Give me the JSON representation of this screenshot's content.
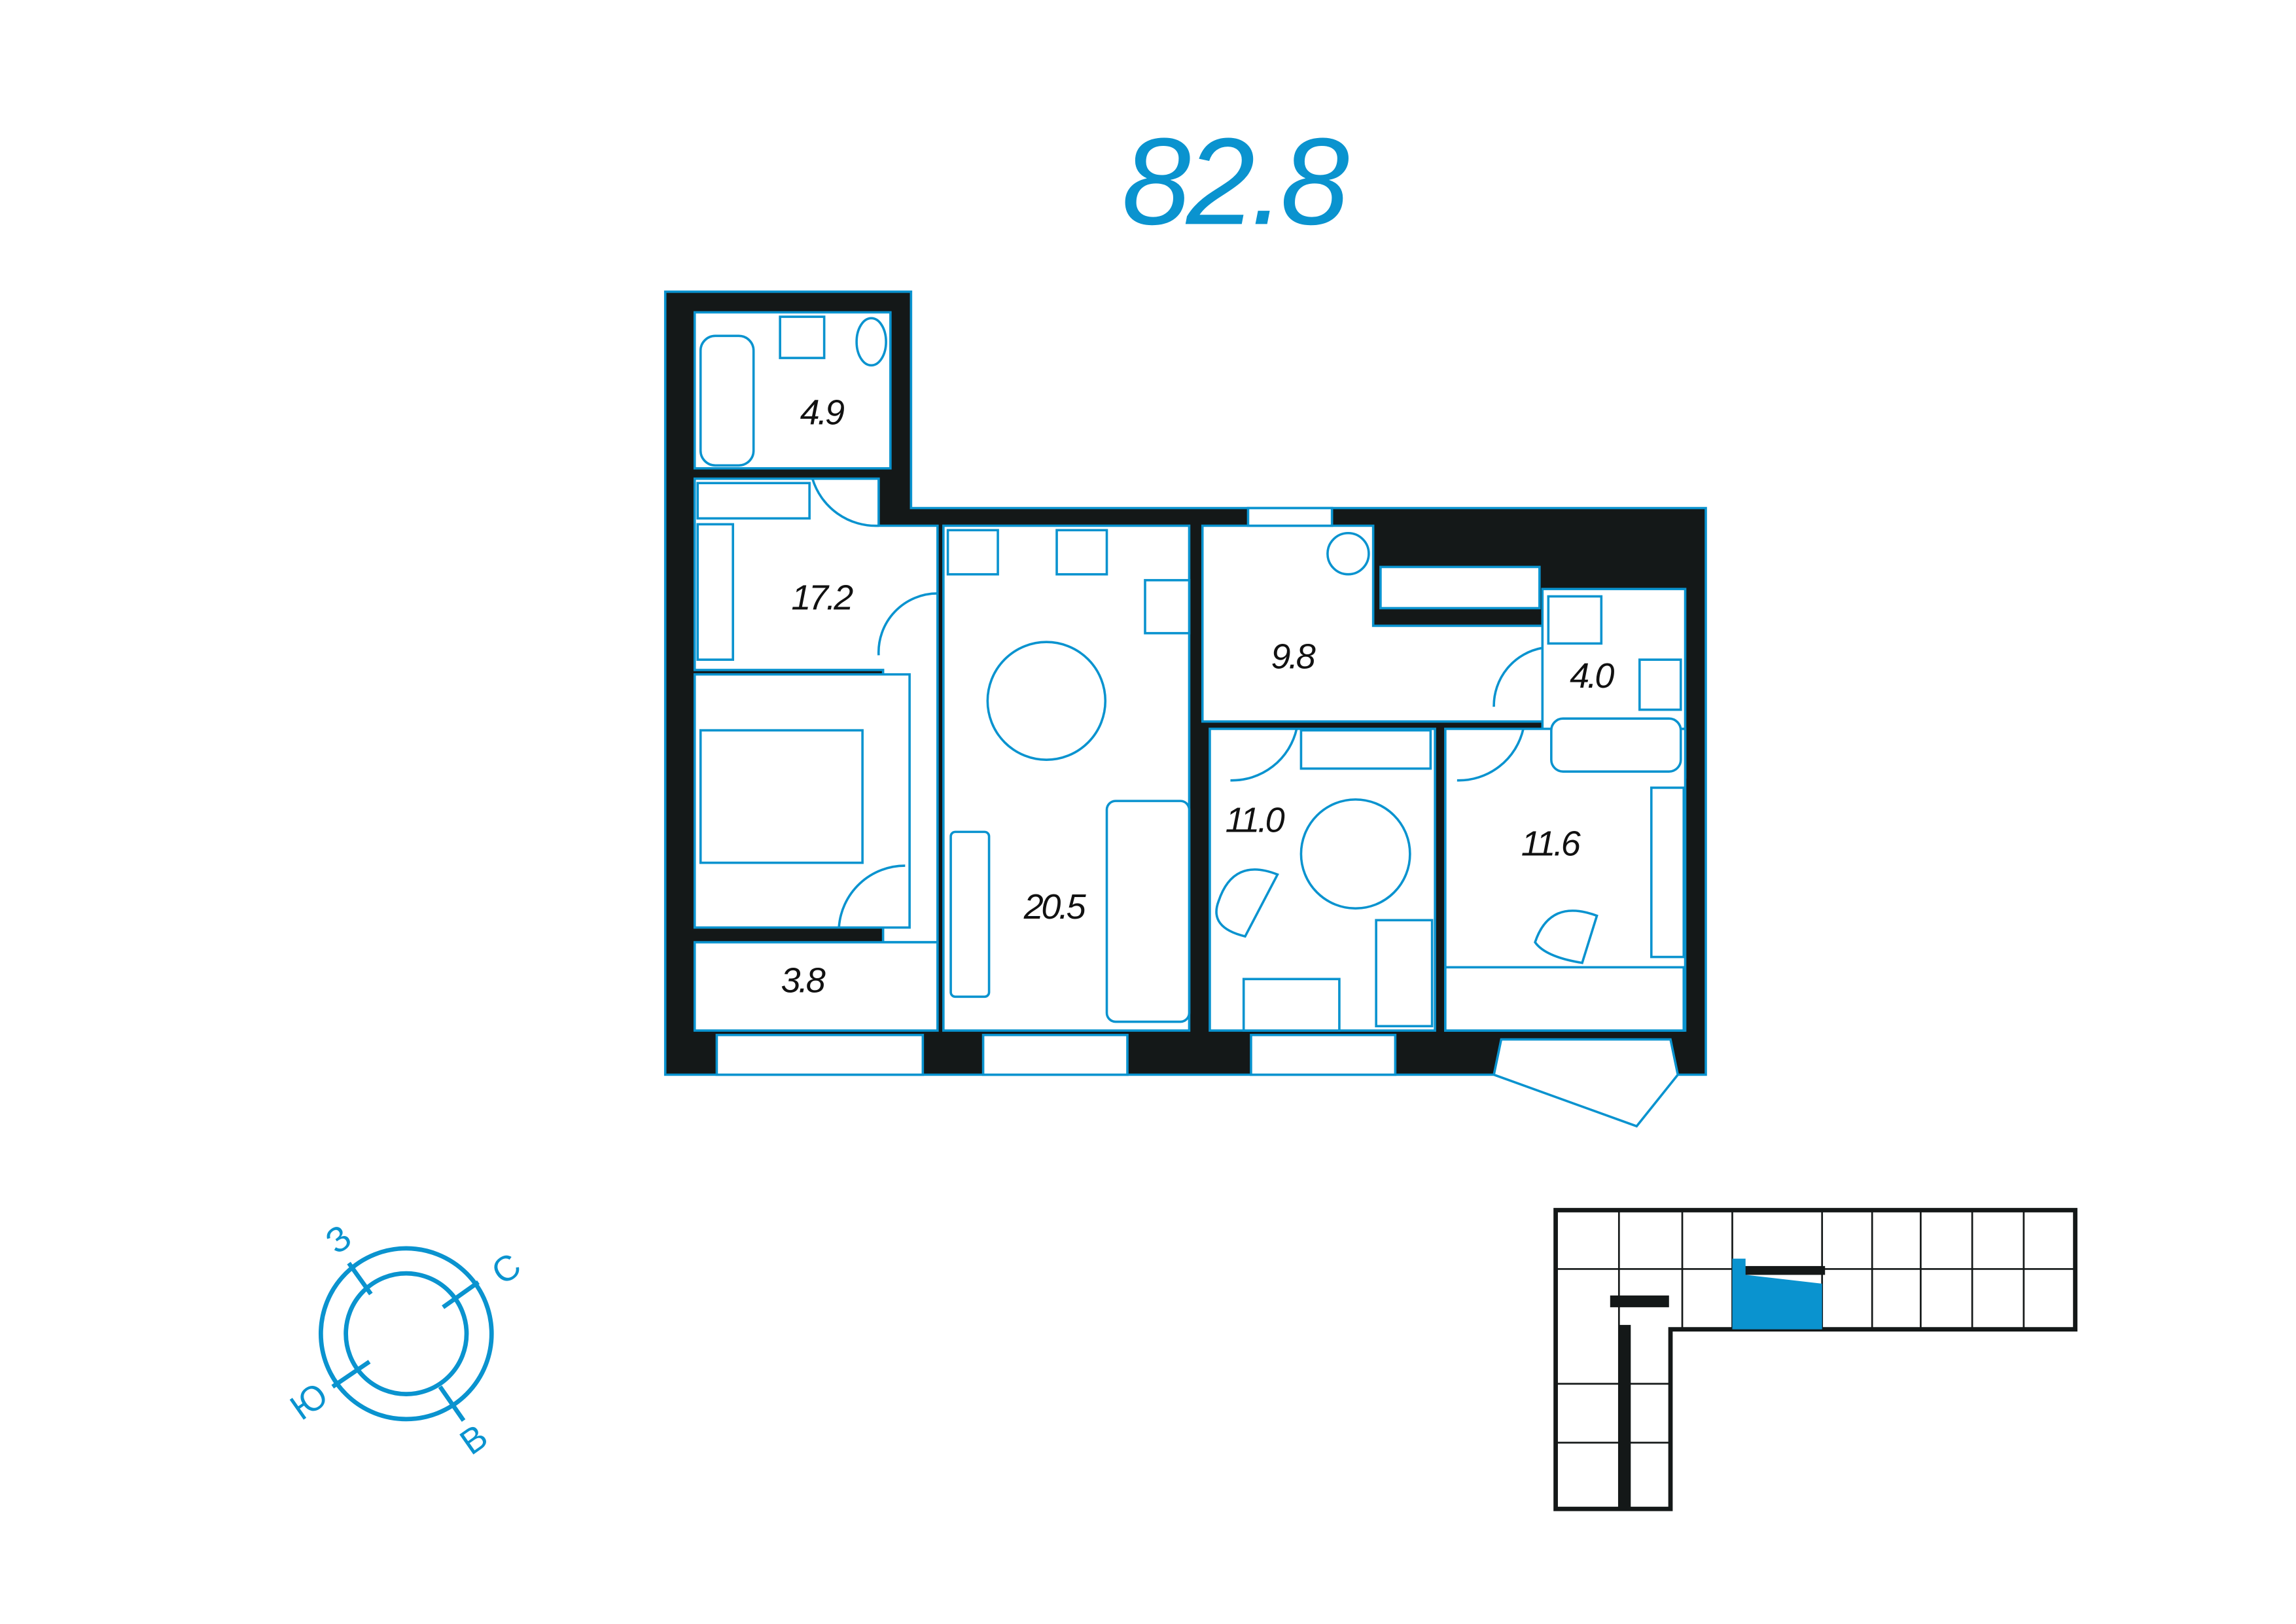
{
  "total_area": "82.8",
  "rooms": [
    {
      "name": "bathroom-1",
      "area": "4.9"
    },
    {
      "name": "hallway",
      "area": "17.2"
    },
    {
      "name": "kitchen-living",
      "area": "20.5"
    },
    {
      "name": "hall",
      "area": "9.8"
    },
    {
      "name": "bathroom-2",
      "area": "4.0"
    },
    {
      "name": "children-room",
      "area": "11.0"
    },
    {
      "name": "study-room",
      "area": "11.6"
    },
    {
      "name": "storage",
      "area": "3.8"
    }
  ],
  "compass": {
    "west": "З",
    "north": "С",
    "south": "Ю",
    "east": "В"
  },
  "colors": {
    "accent": "#0a93cf",
    "wall": "#141818"
  }
}
